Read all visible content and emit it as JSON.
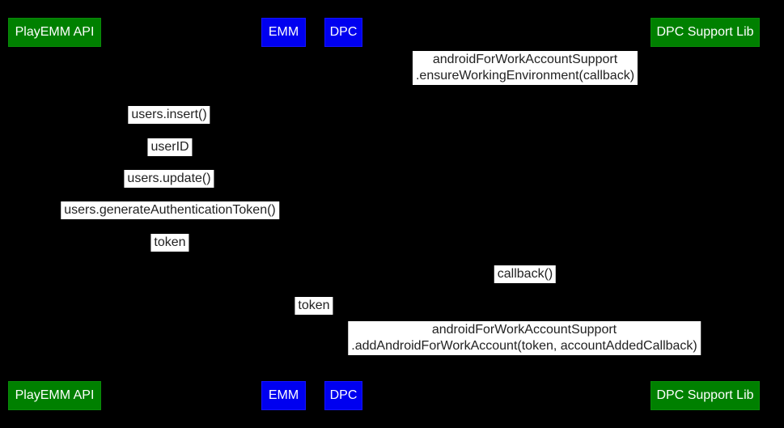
{
  "colors": {
    "background": "#000000",
    "actor_green": "#008000",
    "actor_blue": "#0000f0",
    "actor_text": "#ffffff",
    "label_background": "#ffffff",
    "label_text": "#222222"
  },
  "actors": [
    {
      "label": "PlayEMM API",
      "color": "green"
    },
    {
      "label": "EMM",
      "color": "blue"
    },
    {
      "label": "DPC",
      "color": "blue"
    },
    {
      "label": "DPC Support Lib",
      "color": "green"
    }
  ],
  "messages": [
    {
      "line1": "androidForWorkAccountSupport",
      "line2": ".ensureWorkingEnvironment(callback)"
    },
    {
      "line1": "users.insert()"
    },
    {
      "line1": "userID"
    },
    {
      "line1": "users.update()"
    },
    {
      "line1": "users.generateAuthenticationToken()"
    },
    {
      "line1": "token"
    },
    {
      "line1": "callback()"
    },
    {
      "line1": "token"
    },
    {
      "line1": "androidForWorkAccountSupport",
      "line2": ".addAndroidForWorkAccount(token, accountAddedCallback)"
    }
  ]
}
